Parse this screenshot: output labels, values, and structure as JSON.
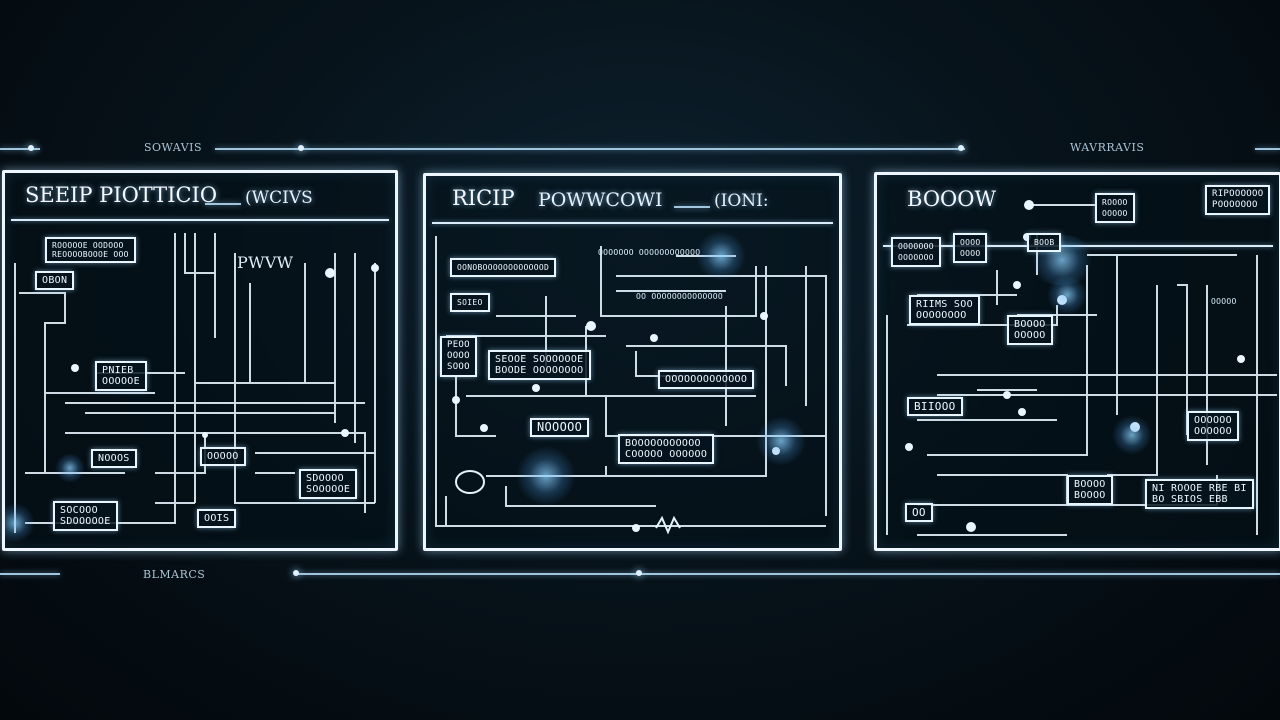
{
  "header": {
    "label_left": "SOWAVIS",
    "label_right": "WAVRRAVIS"
  },
  "footer": {
    "label": "BLMARCS"
  },
  "panels": [
    {
      "title": "SEEIP PIOTTICIO",
      "subtitle": "(WCIVS",
      "labels": {
        "b1": "ROOOOOE OODOOO\nREOOOOBOOOE OOO",
        "b2": "OBON",
        "b3": "PNIEB\nOOOOOE",
        "b4": "NOOOS",
        "b5": "OOOOO",
        "b6": "SDOOOO\nSOOOOOE",
        "b7": "OOIS",
        "b8": "SOCOOO\nSDOOOOOE",
        "t1": "PWVW"
      }
    },
    {
      "title": "RICIP",
      "subtitle": "POWWCOWI",
      "subtitle2": "(IONI:",
      "labels": {
        "b1": "OONOBOOOOOOOOOOOOD",
        "b2": "SOIEO",
        "b3": "PEOO\nOOOO\nSOOO",
        "b4": "SEOOE SOOOOOOE\nBOODE OOOOOOOO",
        "b5": "OOOOOOOOOOOOO",
        "b6": "NOOOOO",
        "b7": "BOOOOOOOOOOO\nCOOOOO OOOOOO",
        "t1": "OOOOOOO OOOOOOOOOOOO",
        "t2": "OO OOOOOOOOOOOOOO"
      }
    },
    {
      "title": "BOOOW",
      "labels": {
        "b1": "ROOOO\nOOOOO",
        "b2": "RIPOOOOOO\nPOOOOOOO",
        "b3": "OOOOOOO\nOOOOOOO",
        "b4": "OOOO\nOOOO",
        "b5": "BOOB",
        "b6": "RIIMS SOO\nOOOOOOOO",
        "b7": "BOOOO\nOOOOO",
        "b8": "BIIOOO",
        "b9": "OOOOOO\nOOOOOO",
        "b10": "BOOOO\nBOOOO",
        "b11": "NI ROOOE RBE BI\nBO SBIOS EBB",
        "b12": "OO",
        "t1": "OOOOO"
      }
    }
  ],
  "colors": {
    "line": "#e9f5ff",
    "glow": "#8fd0ff",
    "background": "#07131b"
  }
}
